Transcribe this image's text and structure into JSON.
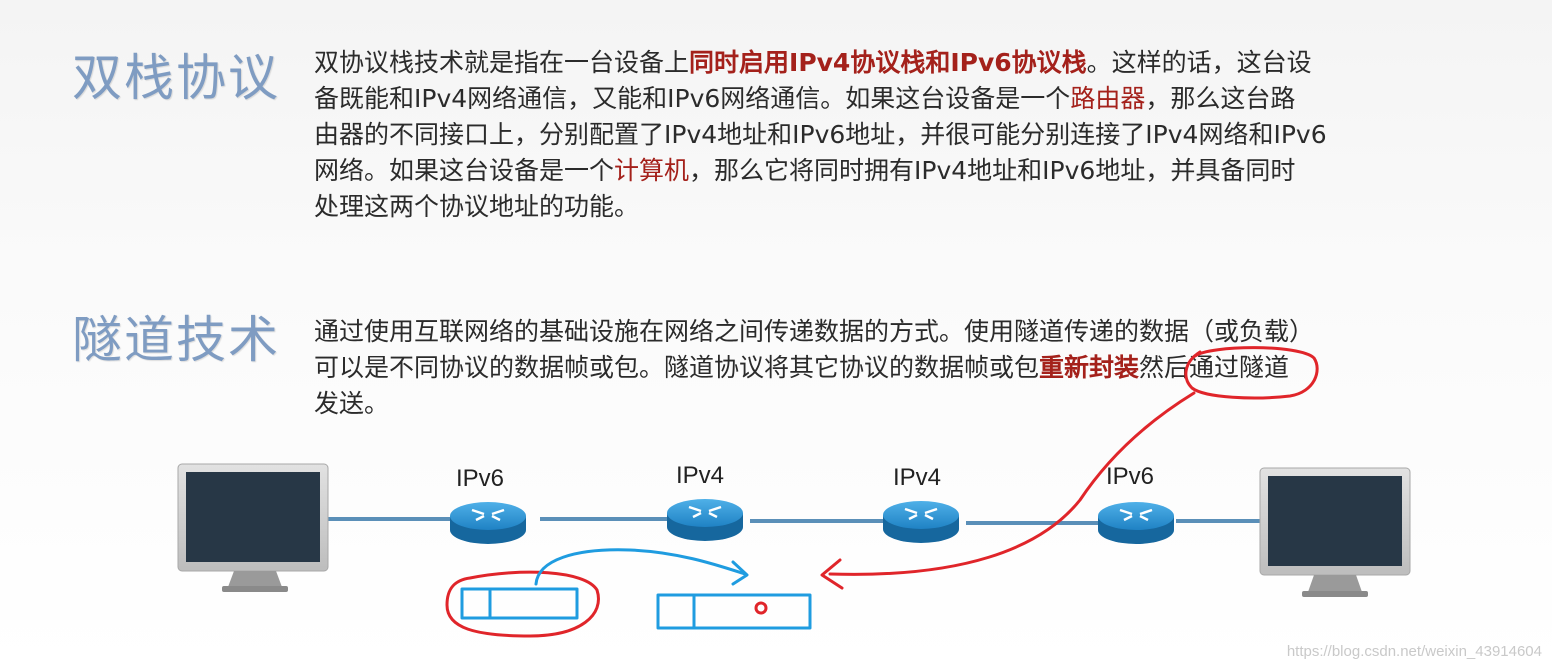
{
  "dual_stack": {
    "title": "双栈协议",
    "lines": [
      {
        "pre": "双协议栈技术就是指在一台设备上",
        "hl": "同时启用IPv4协议栈和IPv6协议栈",
        "post": "。这样的话，这台设"
      },
      {
        "pre": "备既能和IPv4网络通信，又能和IPv6网络通信。如果这台设备是一个",
        "hl": "路由器",
        "post": "，那么这台路"
      },
      {
        "pre": "由器的不同接口上，分别配置了IPv4地址和IPv6地址，并很可能分别连接了IPv4网络和IPv6"
      },
      {
        "pre": "网络。如果这台设备是一个",
        "hl": "计算机",
        "post": "，那么它将同时拥有IPv4地址和IPv6地址，并具备同时"
      },
      {
        "pre": "处理这两个协议地址的功能。"
      }
    ]
  },
  "tunneling": {
    "title": "隧道技术",
    "lines": [
      {
        "pre": "通过使用互联网络的基础设施在网络之间传递数据的方式。使用隧道传递的数据（或负载）"
      },
      {
        "pre": "可以是不同协议的数据帧或包。隧道协议将其它协议的数据帧或包",
        "hl": "重新封装",
        "post": "然后通过隧道"
      },
      {
        "pre": "发送。"
      }
    ]
  },
  "diagram": {
    "routers": [
      {
        "label": "IPv6"
      },
      {
        "label": "IPv4"
      },
      {
        "label": "IPv4"
      },
      {
        "label": "IPv6"
      }
    ]
  },
  "watermark": "https://blog.csdn.net/weixin_43914604",
  "colors": {
    "title": "#7f9cc2",
    "highlight": "#a4211b",
    "router": "#2b8fd0",
    "link": "#5a8fb8",
    "annotation_red": "#e0252a",
    "annotation_blue": "#1f9ce0"
  }
}
